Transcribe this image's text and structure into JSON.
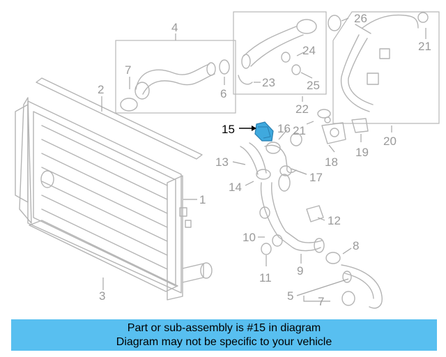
{
  "diagram": {
    "callouts": [
      "1",
      "2",
      "3",
      "4",
      "5",
      "6",
      "7",
      "8",
      "9",
      "10",
      "11",
      "12",
      "13",
      "14",
      "15",
      "16",
      "17",
      "18",
      "19",
      "20",
      "21",
      "22",
      "23",
      "24",
      "25",
      "26"
    ],
    "highlight_callout": "15",
    "highlight_color": "#3fa9de"
  },
  "banner": {
    "line1": "Part or sub-assembly is #15 in diagram",
    "line2": "Diagram may not be specific to your vehicle",
    "background": "#58bff0"
  }
}
